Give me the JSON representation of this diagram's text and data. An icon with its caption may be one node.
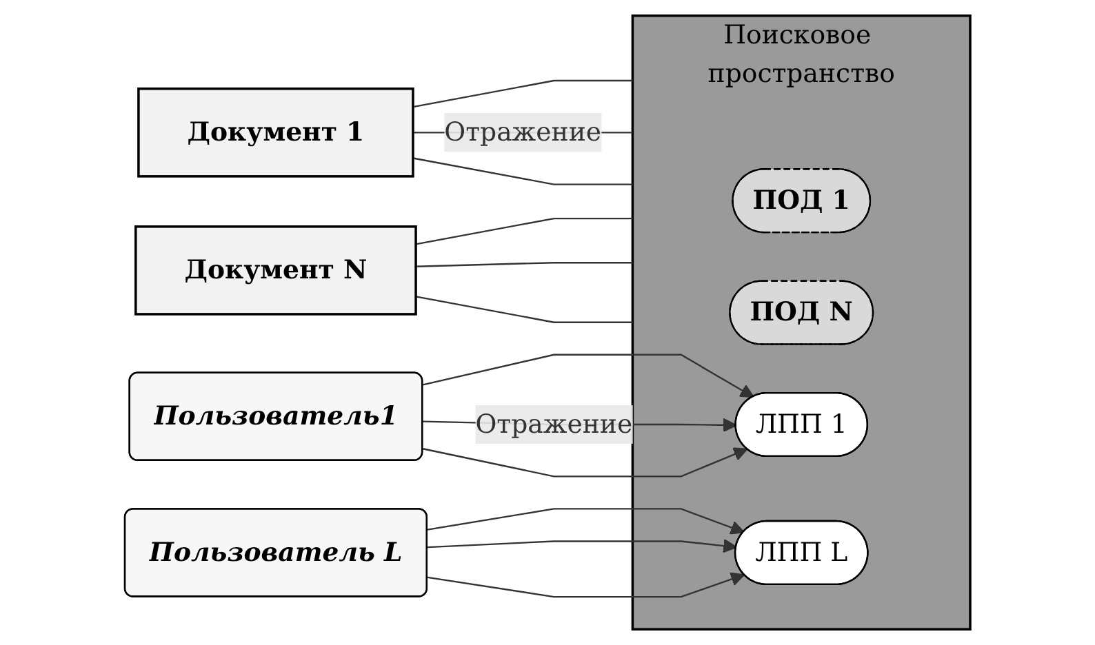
{
  "diagram": {
    "nodes": [
      {
        "text": [
          "Документ 1"
        ]
      },
      {
        "text": [
          "Документ N"
        ]
      },
      {
        "text": [
          "Поисковое пространство"
        ]
      },
      {
        "text": [
          "ПОД 1"
        ],
        "in": 2
      },
      {
        "text": [
          "ПОД N"
        ],
        "in": 2
      },
      {
        "text": [
          "ЛПП 1"
        ],
        "in": 2
      },
      {
        "text": [
          "ЛПП L"
        ],
        "in": 2
      },
      {
        "text": [
          "Пользователь1"
        ]
      },
      {
        "text": [
          "Пользователь L"
        ]
      }
    ],
    "edges": [
      {
        "from": 0,
        "to": 2,
        "arrow": "none"
      },
      {
        "from": 0,
        "to": 2,
        "arrow": "none",
        "label": "Отражение"
      },
      {
        "from": 0,
        "to": 2,
        "arrow": "none"
      },
      {
        "from": 1,
        "to": 2,
        "arrow": "none"
      },
      {
        "from": 1,
        "to": 2,
        "arrow": "none"
      },
      {
        "from": 1,
        "to": 2,
        "arrow": "none"
      },
      {
        "from": 7,
        "to": 5,
        "arrow": "to"
      },
      {
        "from": 7,
        "to": 5,
        "arrow": "to",
        "label": "Отражение"
      },
      {
        "from": 7,
        "to": 5,
        "arrow": "to"
      },
      {
        "from": 8,
        "to": 6,
        "arrow": "to"
      },
      {
        "from": 8,
        "to": 6,
        "arrow": "to"
      },
      {
        "from": 8,
        "to": 6,
        "arrow": "to"
      }
    ]
  }
}
